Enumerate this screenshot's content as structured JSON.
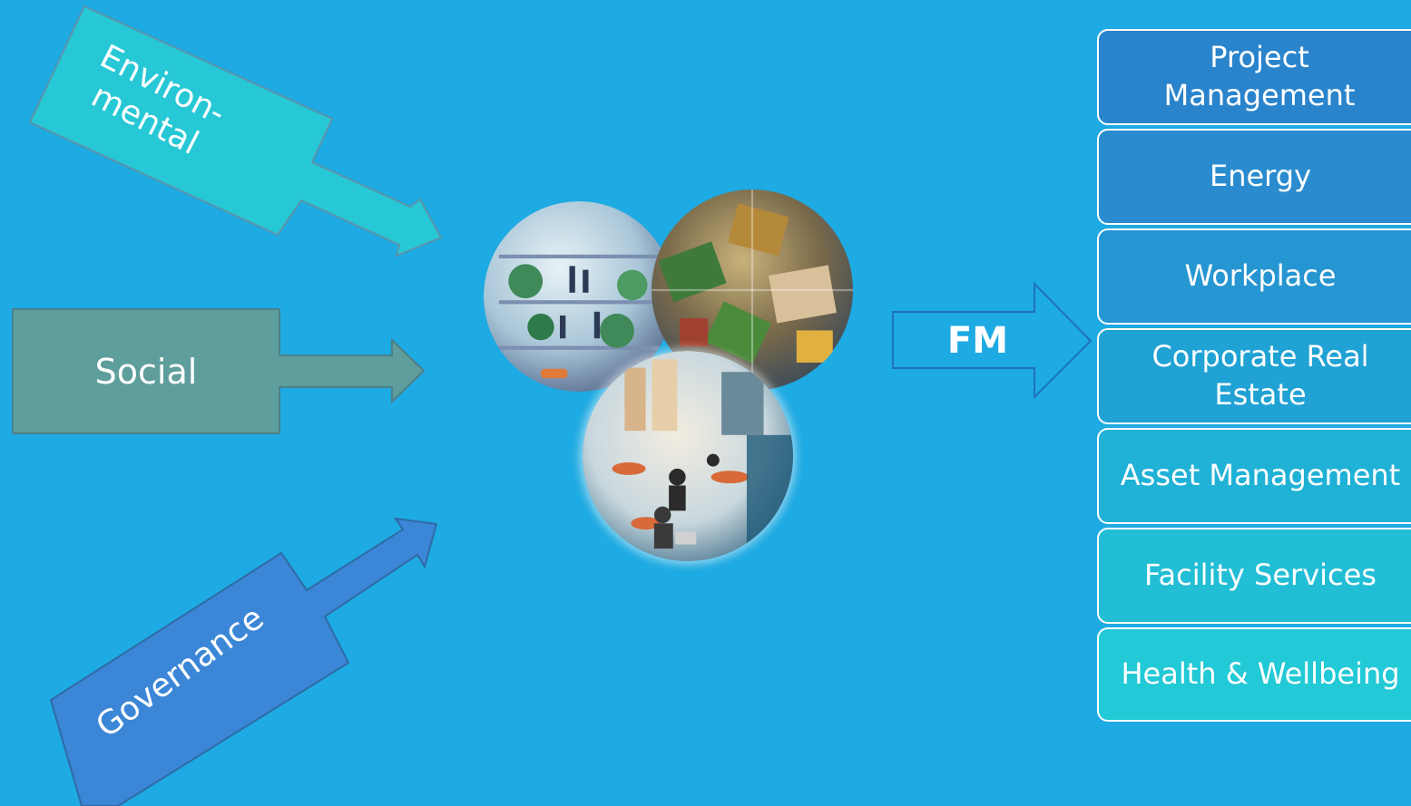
{
  "inputs": {
    "environmental": "Environ-\nmental",
    "social": "Social",
    "governance": "Governance"
  },
  "fm_label": "FM",
  "outputs": [
    {
      "label": "Project\nManagement",
      "color": "#2a84cc"
    },
    {
      "label": "Energy",
      "color": "#2a8ccf"
    },
    {
      "label": "Workplace",
      "color": "#2696d2"
    },
    {
      "label": "Corporate Real\nEstate",
      "color": "#20a2d4"
    },
    {
      "label": "Asset Management",
      "color": "#20b1d6"
    },
    {
      "label": "Facility Services",
      "color": "#22bed6"
    },
    {
      "label": "Health & Wellbeing",
      "color": "#22c9d6"
    }
  ],
  "colors": {
    "background": "#1eaae2",
    "environmental_arrow": "#27c8d6",
    "social_arrow": "#5e9e9c",
    "governance_arrow": "#3b86d6",
    "fm_arrow": "#1eaae2"
  }
}
